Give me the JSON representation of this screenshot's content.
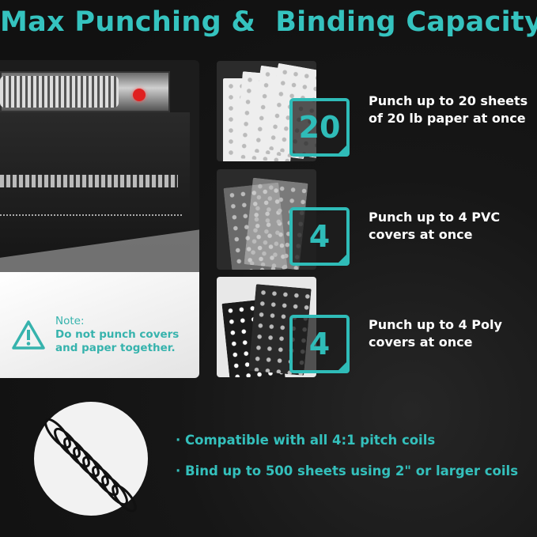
{
  "title": "Max Punching &  Binding Capacity",
  "note": {
    "label": "Note:",
    "line1": "Do not punch covers",
    "line2": "and paper together."
  },
  "features": [
    {
      "badge": "20",
      "line1": "Punch up to 20 sheets",
      "line2": "of 20 lb paper at once",
      "material": "paper"
    },
    {
      "badge": "4",
      "line1": "Punch up to 4 PVC",
      "line2": "covers at once",
      "material": "pvc"
    },
    {
      "badge": "4",
      "line1": "Punch up to 4 Poly",
      "line2": "covers at once",
      "material": "poly"
    }
  ],
  "bullets": [
    "· Compatible with all 4:1 pitch coils",
    "· Bind up to 500 sheets using 2\" or larger coils"
  ],
  "colors": {
    "accent": "#2fbcb8",
    "background": "#141414"
  }
}
